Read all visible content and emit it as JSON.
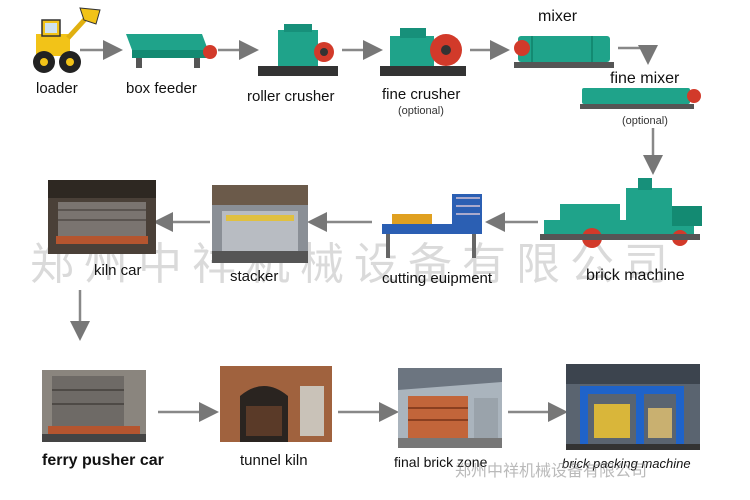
{
  "steps": {
    "loader": "loader",
    "box_feeder": "box feeder",
    "roller_crusher": "roller crusher",
    "fine_crusher": "fine crusher",
    "fine_crusher_note": "(optional)",
    "mixer": "mixer",
    "fine_mixer": "fine mixer",
    "fine_mixer_note": "(optional)",
    "brick_machine": "brick machine",
    "cutting_equipment": "cutting euipment",
    "stacker": "stacker",
    "kiln_car": "kiln car",
    "ferry_pusher_car": "ferry pusher car",
    "tunnel_kiln": "tunnel kiln",
    "final_brick_zone": "final brick zone",
    "brick_packing_machine": "brick packing machine"
  },
  "watermark": "郑州中祥机械设备有限公司",
  "watermark_small": "郑州中祥机械设备有限公司",
  "colors": {
    "machine_teal": "#1fa38a",
    "loader_yellow": "#f2c318",
    "brick_red": "#b5552f",
    "arrow_gray": "#777777"
  }
}
